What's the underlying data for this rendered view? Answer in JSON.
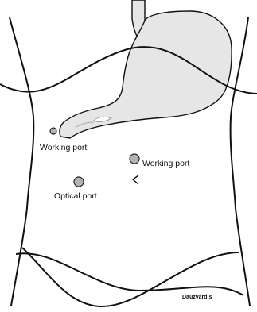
{
  "labels": {
    "working_port_left": "Working port",
    "working_port_right": "Working port",
    "optical_port": "Optical port",
    "signature": "Dauzvardis"
  },
  "colors": {
    "outline": "#111111",
    "stomach_fill": "#e6e6e6",
    "port_fill": "#b4b4b4",
    "background": "#ffffff"
  },
  "icons": {
    "incision_mark": "less-than-chevron"
  }
}
